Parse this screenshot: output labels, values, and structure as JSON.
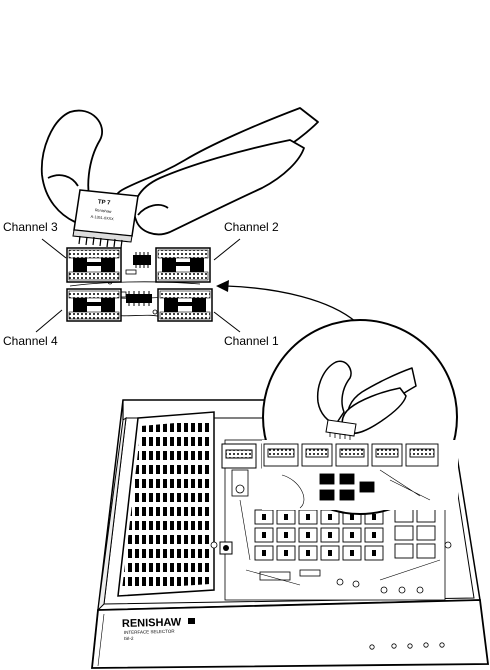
{
  "labels": {
    "channel_3": "Channel 3",
    "channel_2": "Channel 2",
    "channel_4": "Channel 4",
    "channel_1": "Channel 1"
  },
  "chip": {
    "line1": "TP 7",
    "line2": "Renishaw",
    "line3": "A-1351-0XXX"
  },
  "unit": {
    "brand": "RENISHAW",
    "subtitle": "INTERFACE SELECTOR",
    "model": "ISI-2"
  }
}
